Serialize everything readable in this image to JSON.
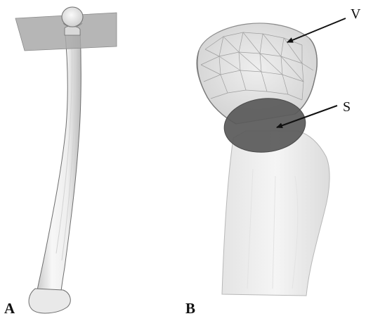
{
  "panels": {
    "a": {
      "label": "A"
    },
    "b": {
      "label": "B"
    }
  },
  "annotations": {
    "v": {
      "label": "V"
    },
    "s": {
      "label": "S"
    }
  },
  "colors": {
    "background": "#ffffff",
    "cutting_plane": "#a9a9a9",
    "bone_fill": "#f2f2f2",
    "bone_outline": "#6e6e6e",
    "cut_section": "#595959",
    "arrow": "#111111"
  }
}
